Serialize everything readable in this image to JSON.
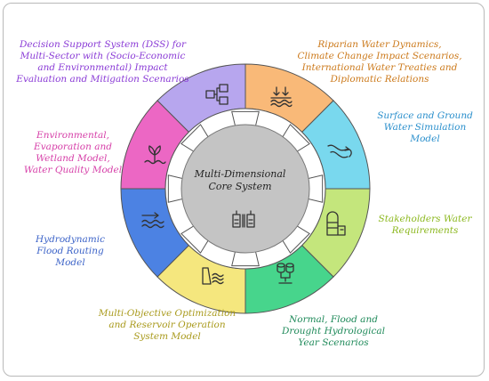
{
  "center": {
    "line1": "Multi-Dimensional",
    "line2": "Core System"
  },
  "colors": {
    "purple": "#b7a6ee",
    "orange": "#f9b978",
    "cyan": "#79d8ee",
    "lime": "#c4e67c",
    "green": "#47d58c",
    "yellow": "#f5e77e",
    "blue": "#4c82e3",
    "pink": "#ec67c4",
    "ring_outline": "#555555",
    "core": "#c4c4c4"
  },
  "labels": {
    "dss": {
      "lines": [
        "Decision Support System (DSS) for",
        "Multi-Sector with (Socio-Economic",
        "and Environmental) Impact",
        "Evaluation and Mitigation Scenarios"
      ],
      "color": "#8a3bd6"
    },
    "riparian": {
      "lines": [
        "Riparian Water Dynamics,",
        "Climate Change Impact Scenarios,",
        "International Water Treaties and",
        "Diplomatic Relations"
      ],
      "color": "#cc7a1c"
    },
    "surface": {
      "lines": [
        "Surface and Ground",
        "Water Simulation",
        "Model"
      ],
      "color": "#2a8fcc"
    },
    "stakeholders": {
      "lines": [
        "Stakeholders Water",
        "Requirements"
      ],
      "color": "#8cb81f"
    },
    "normal": {
      "lines": [
        "Normal, Flood and",
        "Drought Hydrological",
        "Year Scenarios"
      ],
      "color": "#1f8a5a"
    },
    "multiobj": {
      "lines": [
        "Multi-Objective Optimization",
        "and Reservoir Operation",
        "System Model"
      ],
      "color": "#a99a1c"
    },
    "hydro": {
      "lines": [
        "Hydrodynamic",
        "Flood Routing",
        "Model"
      ],
      "color": "#3d64c8"
    },
    "env": {
      "lines": [
        "Environmental,",
        "Evaporation and",
        "Wetland Model,",
        "Water Quality Model"
      ],
      "color": "#d63fa8"
    }
  },
  "icons": {
    "purple": "flowchart-icon",
    "orange": "water-inflow-icon",
    "cyan": "river-icon",
    "lime": "silo-icon",
    "green": "database-network-icon",
    "yellow": "dam-icon",
    "blue": "flood-flow-icon",
    "pink": "wetland-plant-icon",
    "center": "system-core-icon"
  }
}
